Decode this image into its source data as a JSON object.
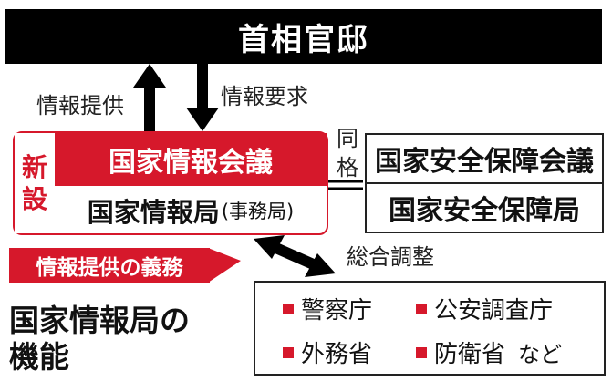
{
  "top": {
    "title": "首相官邸"
  },
  "arrows": {
    "left_label": "情報提供",
    "right_label": "情報要求",
    "coordination_label": "総合調整"
  },
  "left": {
    "new_marker": [
      "新",
      "設"
    ],
    "council": "国家情報会議",
    "bureau_main": "国家情報局",
    "bureau_sub": "(事務局)"
  },
  "same_rank": [
    "同",
    "格"
  ],
  "right": {
    "council": "国家安全保障会議",
    "bureau": "国家安全保障局"
  },
  "duty_label": "情報提供の義務",
  "orgs": {
    "items": [
      "警察庁",
      "公安調査庁",
      "外務省",
      "防衛省"
    ],
    "etc": "など"
  },
  "functions": {
    "line1": "国家情報局の",
    "line2": "機能"
  },
  "colors": {
    "accent": "#d6182b",
    "dark": "#000000"
  }
}
